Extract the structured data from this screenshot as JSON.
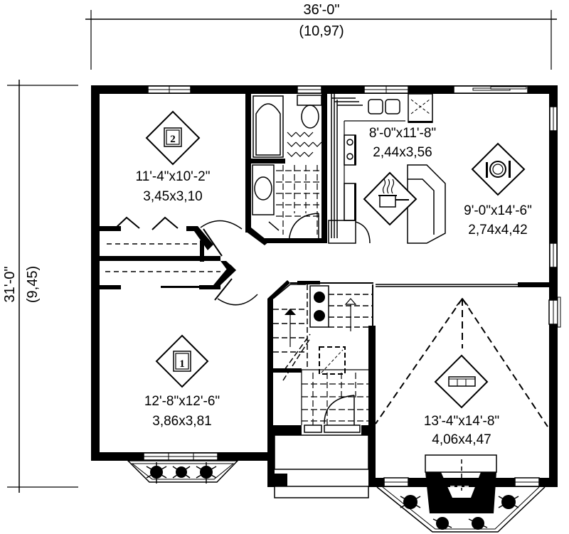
{
  "plan": {
    "overall_width": {
      "imperial": "36'-0\"",
      "metric": "(10,97)"
    },
    "overall_depth": {
      "imperial": "31'-0\"",
      "metric": "(9,45)"
    },
    "rooms": [
      {
        "id": "bedroom-2",
        "icon": "bedroom-icon",
        "icon_label": "2",
        "imperial": "11'-4\"x10'-2\"",
        "metric": "3,45x3,10"
      },
      {
        "id": "bedroom-1",
        "icon": "bedroom-icon",
        "icon_label": "1",
        "imperial": "12'-8\"x12'-6\"",
        "metric": "3,86x3,81"
      },
      {
        "id": "kitchen",
        "icon": "cooking-pot-icon",
        "icon_label": "",
        "imperial": "8'-0\"x11'-8\"",
        "metric": "2,44x3,56"
      },
      {
        "id": "dining",
        "icon": "plate-cutlery-icon",
        "icon_label": "",
        "imperial": "9'-0\"x14'-6\"",
        "metric": "2,74x4,42"
      },
      {
        "id": "living",
        "icon": "sofa-icon",
        "icon_label": "",
        "imperial": "13'-4\"x14'-8\"",
        "metric": "4,06x4,47"
      }
    ]
  }
}
